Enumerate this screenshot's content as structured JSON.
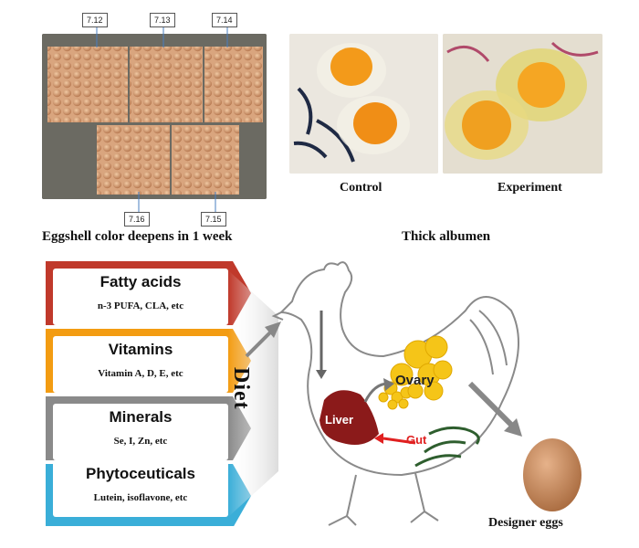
{
  "top_left": {
    "dates": [
      "7.12",
      "7.13",
      "7.14",
      "7.16",
      "7.15"
    ],
    "caption": "Eggshell color deepens in 1 week"
  },
  "top_right": {
    "control_label": "Control",
    "experiment_label": "Experiment",
    "caption": "Thick albumen"
  },
  "diet": {
    "label": "Diet",
    "items": [
      {
        "title": "Fatty acids",
        "subtitle": "n-3 PUFA, CLA, etc",
        "color": "#c0392b"
      },
      {
        "title": "Vitamins",
        "subtitle": "Vitamin A, D, E, etc",
        "color": "#f39c12"
      },
      {
        "title": "Minerals",
        "subtitle": "Se, I, Zn, etc",
        "color": "#7f7f7f"
      },
      {
        "title": "Phytoceuticals",
        "subtitle": "Lutein, isoflavone, etc",
        "color": "#3aaed8"
      }
    ]
  },
  "hen": {
    "ovary_label": "Ovary",
    "liver_label": "Liver",
    "gut_label": "Gut",
    "egg_caption": "Designer eggs"
  },
  "colors": {
    "ovary": "#f5c518",
    "liver": "#8b1a1a",
    "gut": "#2e5e2e",
    "gut_label": "#e02020"
  }
}
